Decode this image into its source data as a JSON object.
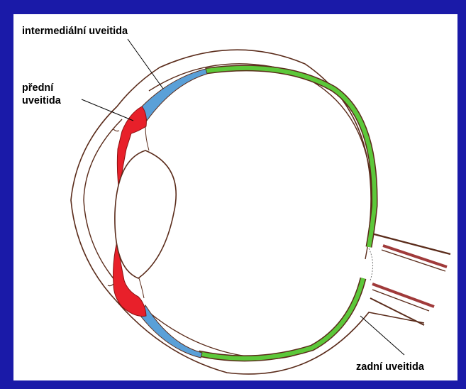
{
  "labels": {
    "intermediate_uveitis": "intermediální uveitida",
    "anterior_uveitis_line1": "přední",
    "anterior_uveitis_line2": "uveitida",
    "posterior_uveitis": "zadní uveitida"
  },
  "colors": {
    "background_frame": "#1a1aa8",
    "panel": "#ffffff",
    "anterior_uvea": "#e8202a",
    "intermediate_uvea": "#5aa0d8",
    "posterior_uvea": "#5cc83a",
    "outline": "#5a2b1a"
  }
}
